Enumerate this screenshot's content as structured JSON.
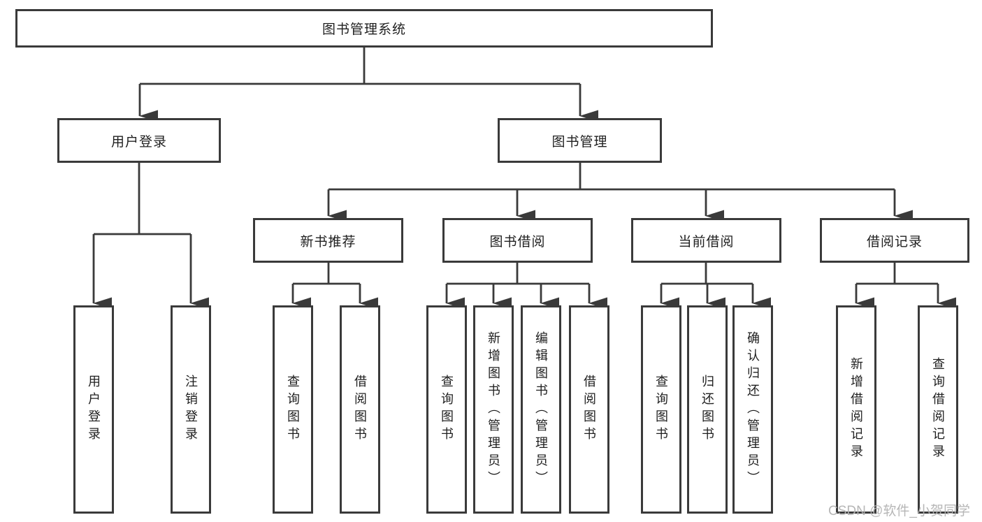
{
  "tree": {
    "root": "图书管理系统",
    "branches": [
      {
        "label": "用户登录",
        "children": [
          "用户登录",
          "注销登录"
        ]
      },
      {
        "label": "图书管理",
        "children": [
          {
            "label": "新书推荐",
            "children": [
              "查询图书",
              "借阅图书"
            ]
          },
          {
            "label": "图书借阅",
            "children": [
              "查询图书",
              "新增图书（管理员）",
              "编辑图书（管理员）",
              "借阅图书"
            ]
          },
          {
            "label": "当前借阅",
            "children": [
              "查询图书",
              "归还图书",
              "确认归还（管理员）"
            ]
          },
          {
            "label": "借阅记录",
            "children": [
              "新增借阅记录",
              "查询借阅记录"
            ]
          }
        ]
      }
    ]
  },
  "watermark": "CSDN @软件_小贺同学",
  "colors": {
    "line": "#3a3a3a",
    "box_border": "#3a3a3a",
    "text": "#1f1f1f",
    "watermark": "#b3b3b3",
    "background": "#ffffff"
  }
}
